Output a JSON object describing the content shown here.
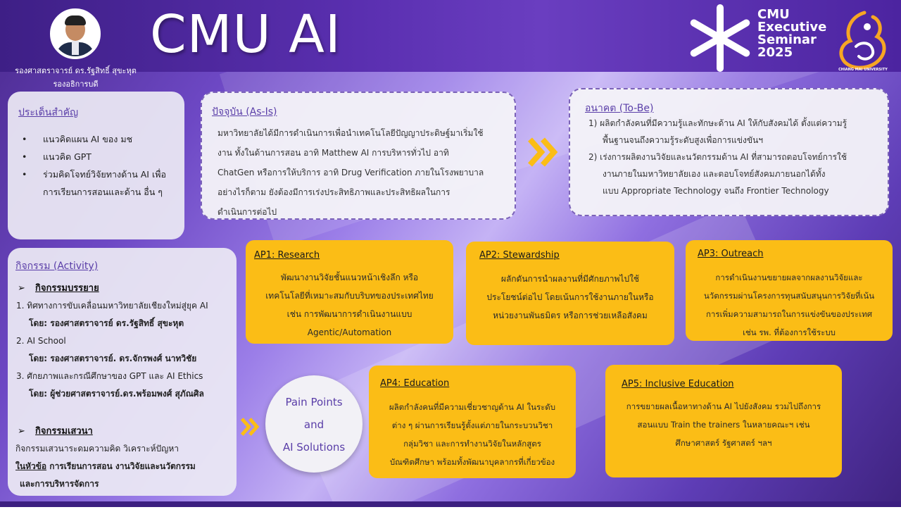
{
  "header": {
    "title": "CMU AI",
    "person_name": "รองศาสตราจารย์ ดร.รัฐสิทธิ์ สุขะหุต",
    "person_role": "รองอธิการบดี",
    "seminar_line1": "CMU",
    "seminar_line2": "Executive",
    "seminar_line3": "Seminar",
    "seminar_line4": "2025",
    "university": "CHIANG MAI UNIVERSITY"
  },
  "key_issues": {
    "title": "ประเด็นสำคัญ",
    "items": [
      "แนวคิดแผน AI ของ มช",
      "แนวคิด GPT",
      "ร่วมคิดโจทย์วิจัยทางด้าน AI เพื่อการเรียนการสอนและด้าน อื่น ๆ"
    ]
  },
  "as_is": {
    "title": "ปัจจุบัน (As-Is)",
    "lines": [
      "มหาวิทยาลัยได้มีการดำเนินการเพื่อนำเทคโนโลยีปัญญาประดิษฐ์มาเริ่มใช้",
      "งาน ทั้งในด้านการสอน อาทิ Matthew AI การบริหารทั่วไป อาทิ",
      "ChatGen หรือการให้บริการ อาทิ Drug Verification ภายในโรงพยาบาล",
      "อย่างไรก็ตาม ยังต้องมีการเร่งประสิทธิภาพและประสิทธิผลในการ",
      "ดำเนินการต่อไป"
    ]
  },
  "to_be": {
    "title": "อนาคต (To-Be)",
    "lines": [
      "1)  ผลิตกำลังคนที่มีความรู้และทักษะด้าน AI ให้กับสังคมได้ ตั้งแต่ความรู้",
      "พื้นฐานจนถึงความรู้ระดับสูงเพื่อการแข่งขันฯ",
      "2)  เร่งการผลิตงานวิจัยและนวัตกรรมด้าน AI ที่สามารถตอบโจทย์การใช้",
      "งานภายในมหาวิทยาลัยเอง และตอบโจทย์สังคมภายนอกได้ทั้ง",
      "แบบ Appropriate Technology จนถึง Frontier Technology"
    ]
  },
  "activity": {
    "title": "กิจกรรม (Activity)",
    "lecture_title": "กิจกรรมบรรยาย",
    "items": [
      {
        "num": "1.",
        "topic": "ทิศทางการขับเคลื่อนมหาวิทยาลัยเชียงใหม่สู่ยุค AI",
        "speaker": "โดย: รองศาสตราจารย์ ดร.รัฐสิทธิ์ สุขะหุต"
      },
      {
        "num": "2.",
        "topic": "AI School",
        "speaker": "โดย: รองศาสตราจารย์. ดร.จักรพงศ์ นาทวิชัย"
      },
      {
        "num": "3.",
        "topic": "ศักยภาพและกรณีศึกษาของ GPT และ AI Ethics",
        "speaker": "โดย: ผู้ช่วยศาสตราจารย์.ดร.พร้อมพงศ์ สุภัณศิล"
      }
    ],
    "seminar_title": "กิจกรรมเสวนา",
    "seminar_line1": "กิจกรรมเสวนาระดมความคิด วิเคราะห์ปัญหา",
    "seminar_topic_label": "ในหัวข้อ",
    "seminar_line2": " การเรียนการสอน งานวิจัยและนวัตกรรม",
    "seminar_line3": "และการบริหารจัดการ"
  },
  "pain_points": {
    "line1": "Pain Points",
    "line2": "and",
    "line3": "AI Solutions"
  },
  "ap": [
    {
      "title": "AP1: Research",
      "lines": [
        "พัฒนางานวิจัยชั้นแนวหน้าเชิงลึก หรือ",
        "เทคโนโลยีที่เหมาะสมกับบริบทของประเทศไทย",
        "เช่น การพัฒนาการดำเนินงานแบบ",
        "Agentic/Automation"
      ]
    },
    {
      "title": "AP2: Stewardship",
      "lines": [
        "ผลักดันการนำผลงานที่มีศักยภาพไปใช้",
        "ประโยชน์ต่อไป โดยเน้นการใช้งานภายในหรือ",
        "หน่วยงานพันธมิตร หรือการช่วยเหลือสังคม"
      ]
    },
    {
      "title": "AP3: Outreach",
      "lines": [
        "การดำเนินงานขยายผลจากผลงานวิจัยและ",
        "นวัตกรรมผ่านโครงการทุนสนับสนุนการวิจัยที่เน้น",
        "การเพิ่มความสามารถในการแข่งขันของประเทศ",
        "เช่น รพ. ที่ต้องการใช้ระบบ"
      ]
    },
    {
      "title": "AP4: Education",
      "lines": [
        "ผลิตกำลังคนที่มีความเชี่ยวชาญด้าน AI ในระดับ",
        "ต่าง ๆ ผ่านการเรียนรู้ตั้งแต่ภายในกระบวนวิชา",
        "กลุ่มวิชา และการทำงานวิจัยในหลักสูตร",
        "บัณฑิตศึกษา พร้อมทั้งพัฒนาบุคลากรที่เกี่ยวข้อง"
      ]
    },
    {
      "title": "AP5: Inclusive Education",
      "lines": [
        "การขยายผลเนื้อหาทางด้าน AI ไปยังสังคม รวมไปถึงการ",
        "สอนแบบ Train the trainers ในหลายคณะฯ เช่น",
        "ศึกษาศาสตร์ รัฐศาสตร์ ฯลฯ"
      ]
    }
  ],
  "colors": {
    "accent_yellow": "#fbbd16",
    "header_purple": "#4c24a0",
    "link_purple": "#5a3ea8"
  }
}
